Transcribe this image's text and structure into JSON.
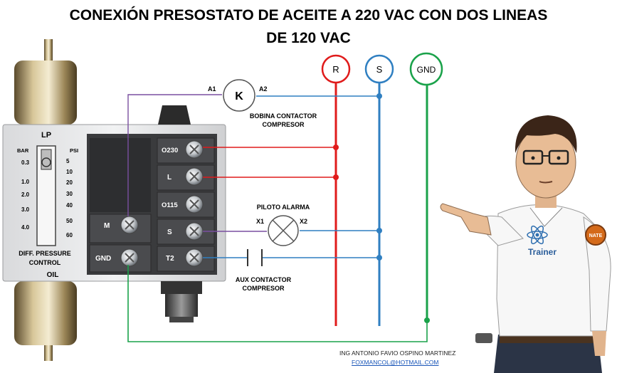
{
  "title": {
    "line1": "CONEXIÓN PRESOSTATO DE ACEITE A 220 VAC CON DOS LINEAS",
    "line2": "DE 120 VAC"
  },
  "lines": {
    "r": "R",
    "s": "S",
    "gnd": "GND"
  },
  "coil": {
    "symbol": "K",
    "a1": "A1",
    "a2": "A2",
    "label_line1": "BOBINA CONTACTOR",
    "label_line2": "COMPRESOR"
  },
  "pilot": {
    "label": "PILOTO ALARMA",
    "x1": "X1",
    "x2": "X2"
  },
  "aux": {
    "label_line1": "AUX CONTACTOR",
    "label_line2": "COMPRESOR"
  },
  "device": {
    "lp": "LP",
    "bar": "BAR",
    "psi": "PSI",
    "bar_scale": [
      "0.3",
      "1.0",
      "2.0",
      "3.0",
      "4.0"
    ],
    "psi_scale": [
      "5",
      "10",
      "20",
      "30",
      "40",
      "50",
      "60"
    ],
    "diff_line1": "DIFF. PRESSURE",
    "diff_line2": "CONTROL",
    "oil": "OIL",
    "terminals": {
      "m": "M",
      "gnd": "GND",
      "o230": "O230",
      "l": "L",
      "o115": "O115",
      "s": "S",
      "t2": "T2"
    }
  },
  "person": {
    "shirt_text": "Trainer",
    "badge_text": "NATE"
  },
  "credit": {
    "author": "ING ANTONIO FAVIO OSPINO MARTINEZ",
    "email": "FOXMANCOL@HOTMAIL.COM"
  },
  "colors": {
    "r_line": "#e01b1b",
    "s_line": "#2f7fc1",
    "gnd_line": "#1aa24a",
    "coil_wire": "#7a4fa0"
  }
}
